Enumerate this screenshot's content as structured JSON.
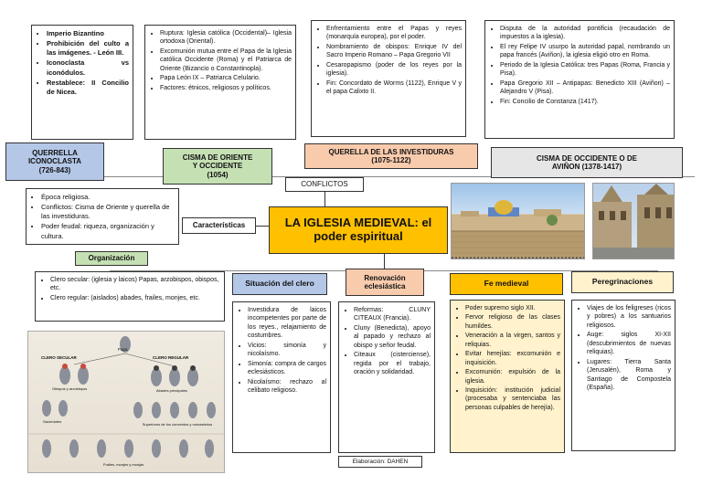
{
  "top_boxes": {
    "iconoclasta": [
      "Imperio Bizantino",
      "Prohibición del culto a las imágenes. - León III.",
      "Iconoclasta vs iconódulos.",
      "Restablece: II Concilio de Nicea."
    ],
    "oriente": [
      "Ruptura: Iglesia católica (Occidental)– Iglesia ortodoxa (Oriental).",
      "Excomunión mutua entre el Papa de la Iglesia católica Occidente (Roma) y el Patriarca de Oriente (Bizancio o Constantinopla).",
      "Papa León IX – Patriarca Celulario.",
      "Factores: étnicos, religiosos y políticos."
    ],
    "investiduras": [
      "Enfrentamiento entre el Papas y reyes (monarquía europea), por el poder.",
      "Nombramiento de obispos: Enrique IV del Sacro Imperio Romano – Papa Gregorio VII",
      "Cesaropapismo (poder de los reyes por la iglesia).",
      "Fin: Concordato de Worms (1122), Enrique V y el papa Calixto II."
    ],
    "avinon": [
      "Disputa de la autoridad pontificia (recaudación de impuestos a la iglesia).",
      "El rey Felipe IV usurpo la autoridad papal, nombrando un papa francés (Aviñon), la iglesia eligió otro en Roma.",
      "Periodo de la Iglesia Católica: tres Papas (Roma, Francia y Pisa).",
      "Papa Gregorio XII – Antipapas: Benedicto XIII (Aviñon) – Alejandro V (Pisa).",
      "Fin: Concilio de Constanza (1417)."
    ]
  },
  "headers": {
    "iconoclasta": [
      "QUERRELLA",
      "ICONOCLASTA",
      "(726-843)"
    ],
    "oriente": [
      "CISMA DE ORIENTE",
      "Y OCCIDENTE",
      "(1054)"
    ],
    "investiduras": [
      "QUERELLA DE LAS INVESTIDURAS",
      "(1075-1122)"
    ],
    "avinon": [
      "CISMA DE OCCIDENTE O DE",
      "AVIÑON (1378-1417)"
    ]
  },
  "conflictos": "CONFLICTOS",
  "title": [
    "LA IGLESIA MEDIEVAL: el",
    "poder espiritual"
  ],
  "caracteristicas": {
    "label": "Características",
    "items": [
      "Época religiosa.",
      "Conflictos: Cisma de Oriente y querella de las investiduras.",
      "Poder feudal: riqueza, organización y cultura."
    ]
  },
  "organizacion": {
    "label": "Organización",
    "items": [
      "Clero secular: (iglesia y laicos) Papas, arzobispos, obispos, etc.",
      "Clero regular: (aislados) abades, frailes, monjes, etc."
    ]
  },
  "illustration": {
    "papa": "Papa",
    "clero_secular": "CLERO SECULAR",
    "clero_regular": "CLERO REGULAR",
    "obispos": "Obispos y arzobispos",
    "abades": "Abades principales",
    "sacerdotes": "Sacerdotes",
    "superiores": "Superiores de los conventos y monasterios",
    "frailes": "Frailes, monjes y monjas"
  },
  "situacion": {
    "label": "Situación del clero",
    "items": [
      "Investidura de laicos incompetentes por parte de los reyes., relajamiento de costumbres.",
      "Vicios: simonía y nicolaísmo.",
      "Simonía: compra de cargos eclesiásticos.",
      "Nicolaísmo: rechazo al celibato religioso."
    ]
  },
  "renovacion": {
    "label": [
      "Renovación",
      "eclesiástica"
    ],
    "items": [
      "Reformas: CLUNY CITEAUX (Francia).",
      "Cluny (Benedicta), apoyo al papado y rechazo al obispo y señor feudal.",
      "Citeaux (cisterciense), regida por el trabajo, oración y solidaridad."
    ]
  },
  "fe": {
    "label": "Fe medieval",
    "items": [
      "Poder supremo siglo XII.",
      "Fervor religioso de las clases humildes.",
      "Veneración a la virgen, santos y reliquias.",
      "Evitar herejías: excomunión e inquisición.",
      "Excomunión: expulsión de la iglesia.",
      "Inquisición: institución judicial (procesaba y sentenciaba las personas culpables de herejía)."
    ]
  },
  "peregrinaciones": {
    "label": "Peregrinaciones",
    "items": [
      "Viajes de los feligreses (ricos y pobres) a los santuarios religiosos.",
      "Auge: siglos XI-XII (descubrimientos de nuevas reliquias).",
      "Lugares: Tierra Santa (Jerusalén), Roma y Santiago de Compostela (España)."
    ]
  },
  "footer": "Elaboración: DAHEN",
  "colors": {
    "blue_header": "#b4c7e7",
    "green_header": "#c5e0b3",
    "peach_header": "#f8cbad",
    "grey_header": "#e7e6e6",
    "gold_title": "#ffc000",
    "yellow_box": "#fff2cc",
    "yellow_header": "#ffe699"
  }
}
